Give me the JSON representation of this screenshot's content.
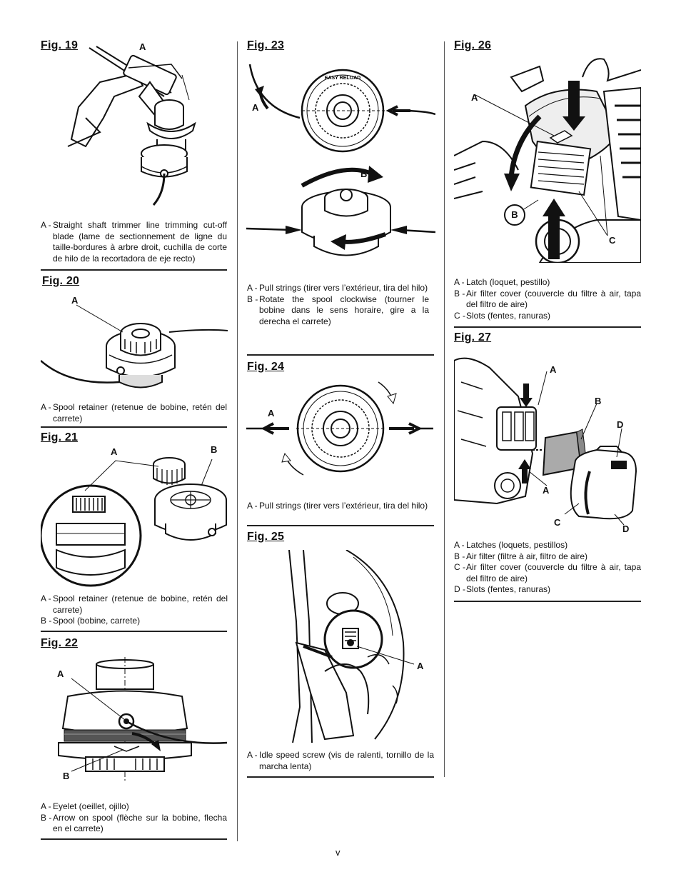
{
  "page_number": "v",
  "figures": {
    "fig19": {
      "title": "Fig. 19",
      "labels": [
        "A"
      ],
      "captions": [
        {
          "key": "A -",
          "text": "Straight shaft trimmer line trimming cut-off blade (lame de sectionnement de ligne du taille-bordures à arbre droit, cuchilla de corte de hilo de la recortadora de eje recto)"
        }
      ]
    },
    "fig20": {
      "title": "Fig. 20",
      "labels": [
        "A"
      ],
      "captions": [
        {
          "key": "A -",
          "text": "Spool retainer (retenue de bobine, retén del carrete)"
        }
      ]
    },
    "fig21": {
      "title": "Fig. 21",
      "labels": [
        "A",
        "B"
      ],
      "captions": [
        {
          "key": "A -",
          "text": "Spool retainer (retenue de bobine, retén del carrete)"
        },
        {
          "key": "B -",
          "text": "Spool (bobine, carrete)"
        }
      ]
    },
    "fig22": {
      "title": "Fig. 22",
      "labels": [
        "A",
        "B"
      ],
      "captions": [
        {
          "key": "A -",
          "text": "Eyelet (oeillet, ojillo)"
        },
        {
          "key": "B -",
          "text": "Arrow on spool (flèche sur la bobine, flecha en el carrete)"
        }
      ]
    },
    "fig23": {
      "title": "Fig. 23",
      "labels": [
        "A",
        "B"
      ],
      "captions": [
        {
          "key": "A -",
          "text": "Pull strings (tirer vers l’extérieur, tira del hilo)"
        },
        {
          "key": "B -",
          "text": "Rotate the spool clockwise (tourner le bobine dans le sens horaire, gire a la derecha el carrete)"
        }
      ]
    },
    "fig24": {
      "title": "Fig. 24",
      "labels": [
        "A"
      ],
      "captions": [
        {
          "key": "A -",
          "text": "Pull strings (tirer vers l’extérieur, tira del hilo)"
        }
      ]
    },
    "fig25": {
      "title": "Fig. 25",
      "labels": [
        "A"
      ],
      "captions": [
        {
          "key": "A -",
          "text": "Idle speed screw (vis de ralenti, tornillo de la marcha lenta)"
        }
      ]
    },
    "fig26": {
      "title": "Fig. 26",
      "labels": [
        "A",
        "B",
        "C"
      ],
      "captions": [
        {
          "key": "A -",
          "text": "Latch (loquet, pestillo)"
        },
        {
          "key": "B -",
          "text": "Air filter cover (couvercle du filtre à air, tapa del filtro de aire)"
        },
        {
          "key": "C -",
          "text": "Slots (fentes, ranuras)"
        }
      ]
    },
    "fig27": {
      "title": "Fig. 27",
      "labels": [
        "A",
        "B",
        "D",
        "A",
        "C",
        "D"
      ],
      "captions": [
        {
          "key": "A -",
          "text": "Latches (loquets, pestillos)"
        },
        {
          "key": "B -",
          "text": "Air filter (filtre à air, filtro de aire)"
        },
        {
          "key": "C -",
          "text": "Air filter cover (couvercle du filtre à air, tapa del filtro de aire)"
        },
        {
          "key": "D -",
          "text": "Slots (fentes, ranuras)"
        }
      ]
    }
  },
  "spool_text": "EASY RELOAD"
}
